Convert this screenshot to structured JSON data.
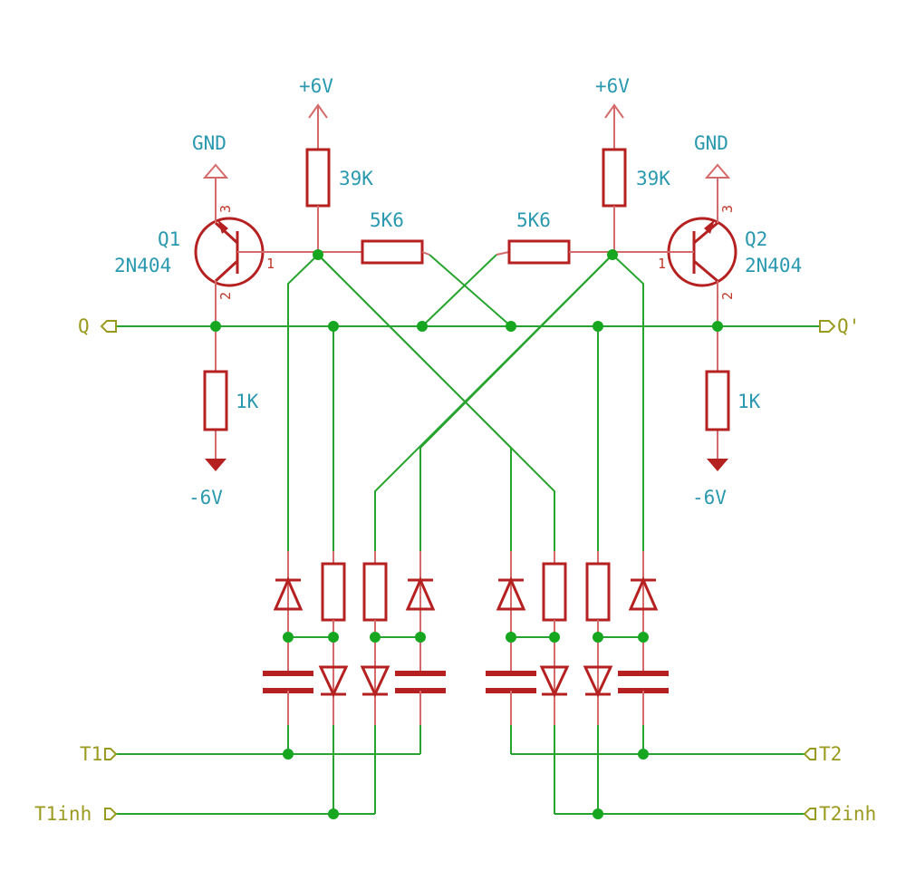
{
  "power": {
    "vpos_left": "+6V",
    "vpos_right": "+6V",
    "gnd_left": "GND",
    "gnd_right": "GND",
    "vneg_left": "-6V",
    "vneg_right": "-6V"
  },
  "transistors": {
    "q1_ref": "Q1",
    "q1_value": "2N404",
    "q2_ref": "Q2",
    "q2_value": "2N404"
  },
  "pins": {
    "q1_base": "1",
    "q1_collector": "2",
    "q1_emitter": "3",
    "q2_base": "1",
    "q2_collector": "2",
    "q2_emitter": "3"
  },
  "resistors": {
    "r_pullup_left": "39K",
    "r_pullup_right": "39K",
    "r_cross_left": "5K6",
    "r_cross_right": "5K6",
    "r_load_left": "1K",
    "r_load_right": "1K"
  },
  "ports": {
    "q": "Q",
    "q_bar": "Q'",
    "t1": "T1",
    "t1inh": "T1inh",
    "t2": "T2",
    "t2inh": "T2inh"
  }
}
